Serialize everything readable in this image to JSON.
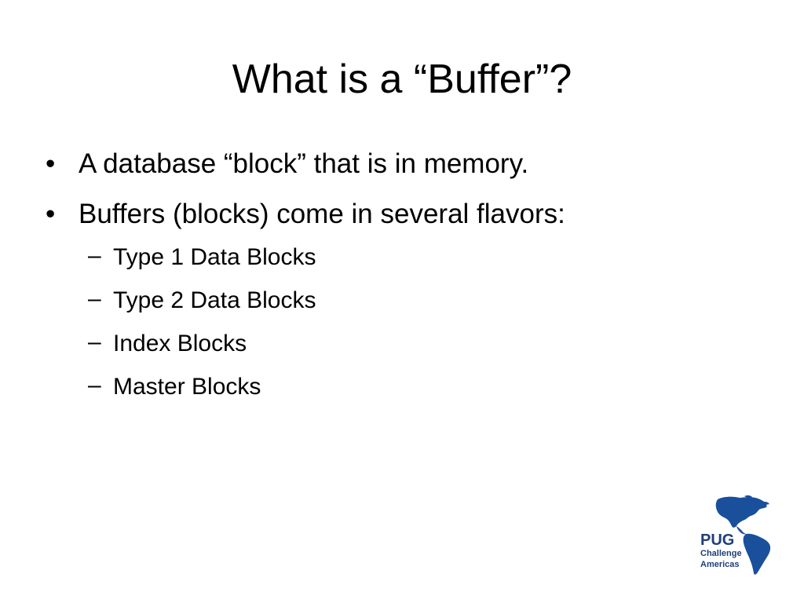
{
  "slide": {
    "title": "What is a “Buffer”?",
    "bullets": [
      {
        "mark": "•",
        "text": "A database “block” that is in memory."
      },
      {
        "mark": "•",
        "text": "Buffers (blocks) come in several flavors:",
        "sub_items": [
          {
            "mark": "–",
            "text": "Type 1 Data Blocks"
          },
          {
            "mark": "–",
            "text": "Type 2 Data Blocks"
          },
          {
            "mark": "–",
            "text": "Index Blocks"
          },
          {
            "mark": "–",
            "text": "Master Blocks"
          }
        ]
      }
    ]
  },
  "logo": {
    "line1": "PUG",
    "line2": "Challenge",
    "line3": "Americas",
    "icon": "americas-globe-icon",
    "colors": {
      "text": "#1f3f7a",
      "land": "#1a4f9c"
    }
  }
}
